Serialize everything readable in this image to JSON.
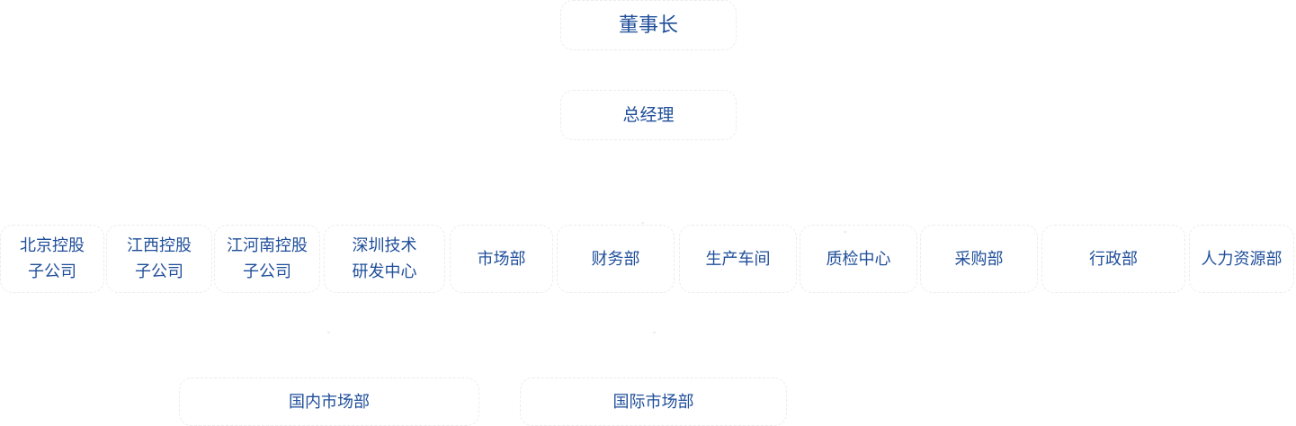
{
  "org_chart": {
    "chairman": "董事长",
    "general_manager": "总经理",
    "departments": [
      "北京控股\n子公司",
      "江西控股\n子公司",
      "江河南控股\n子公司",
      "深圳技术\n研发中心",
      "市场部",
      "财务部",
      "生产车间",
      "质检中心",
      "采购部",
      "行政部",
      "人力资源部"
    ],
    "sub_departments": [
      "国内市场部",
      "国际市场部"
    ]
  },
  "colors": {
    "text": "#1f4e9a",
    "border": "#ececec",
    "background": "#ffffff"
  }
}
